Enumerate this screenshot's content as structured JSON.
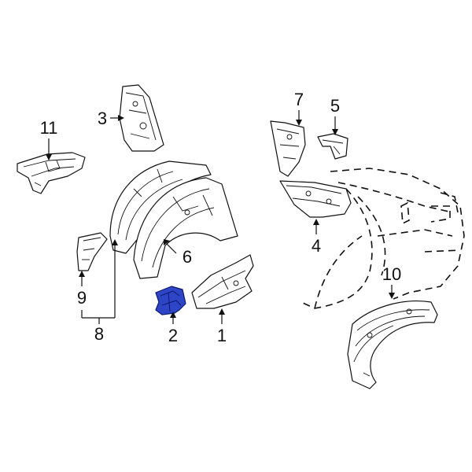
{
  "diagram": {
    "highlight_color": "#2f45c7",
    "highlighted_part": "2",
    "callouts": {
      "c1": "1",
      "c2": "2",
      "c3": "3",
      "c4": "4",
      "c5": "5",
      "c6": "6",
      "c7": "7",
      "c8": "8",
      "c9": "9",
      "c10": "10",
      "c11": "11"
    }
  }
}
